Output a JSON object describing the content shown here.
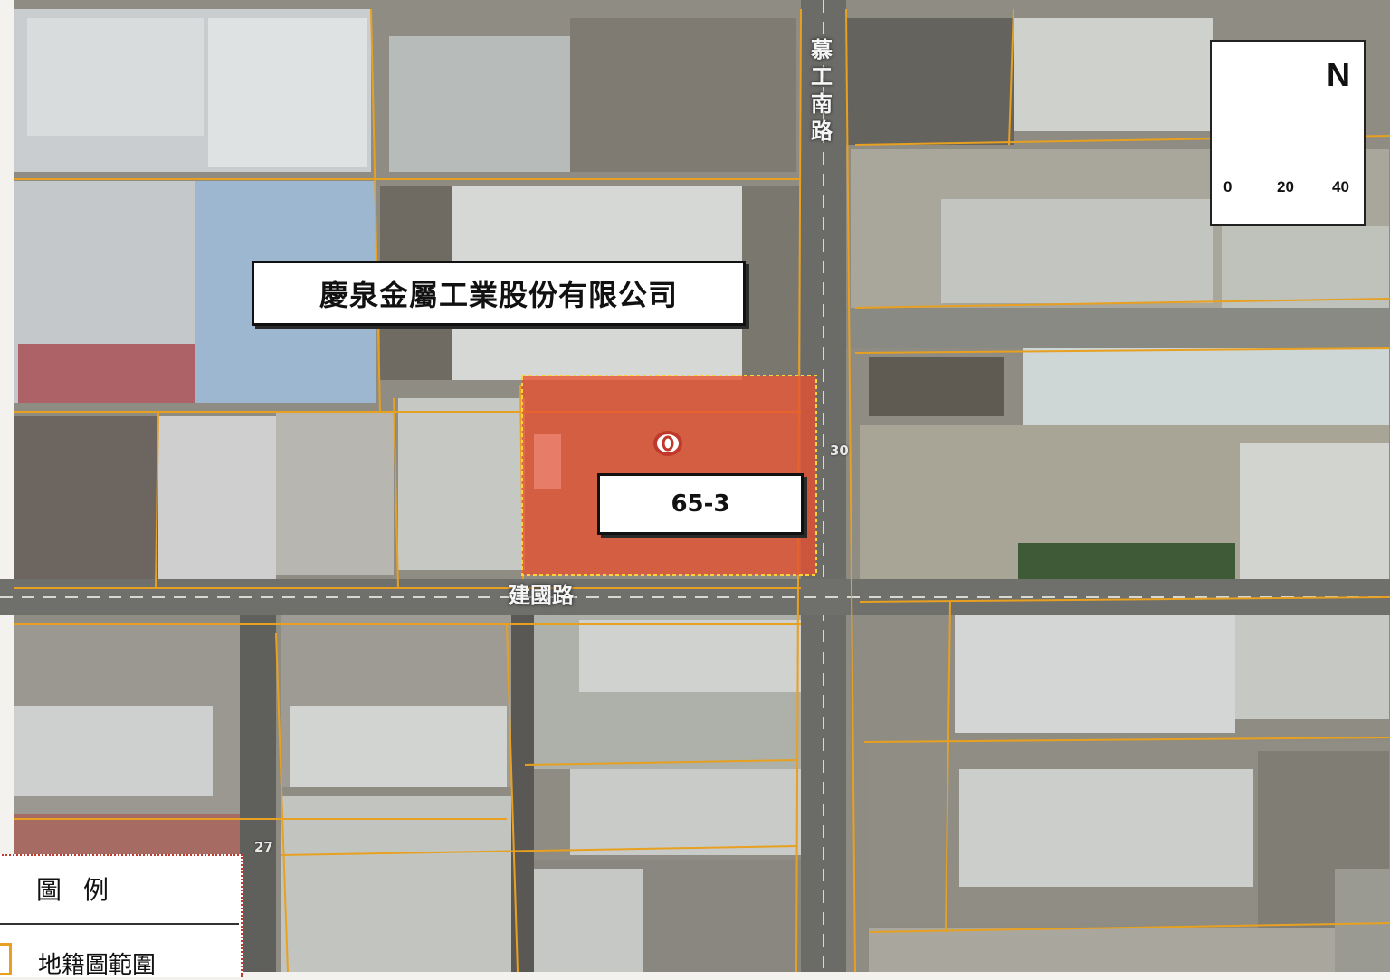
{
  "company_label": "慶泉金屬工業股份有限公司",
  "lot_label": "65-3",
  "road_vertical": "慕工南路",
  "road_horizontal": "建國路",
  "road_markers": [
    "30",
    "27"
  ],
  "north_label": "N",
  "scale_ticks": [
    "0",
    "20",
    "40"
  ],
  "legend": {
    "title": "圖例",
    "item": "地籍圖範圍"
  },
  "colors": {
    "site_fill": "#e8512e",
    "parcel_line": "#e8a020",
    "label_border": "#111111"
  }
}
